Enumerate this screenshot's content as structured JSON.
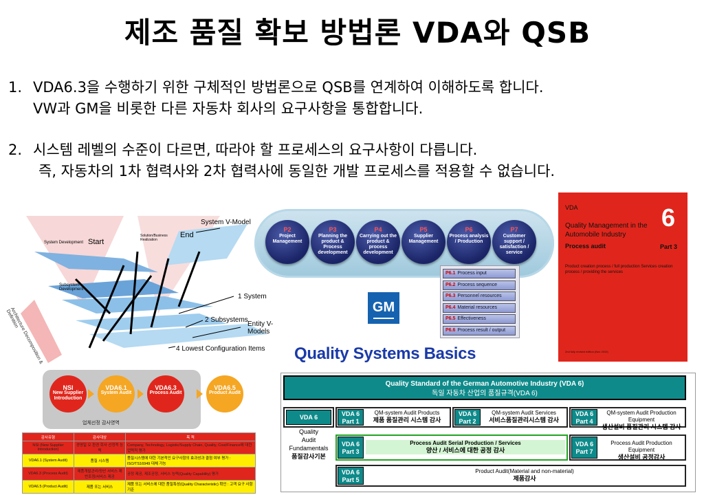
{
  "title": "제조 품질 확보 방법론 VDA와 QSB",
  "bullets": [
    {
      "num": "1.",
      "line1": "VDA6.3을 수행하기 위한 구체적인 방법론으로 QSB를 연계하여 이해하도록 합니다.",
      "line2": "VW과 GM을 비롯한 다른 자동차 회사의 요구사항을 통합합니다."
    },
    {
      "num": "2.",
      "line1": "시스템 레벨의 수준이 다르면, 따라야 할 프로세스의 요구사항이 다릅니다.",
      "line2": "즉, 자동차의 1차 협력사와 2차 협력사에 동일한 개발 프로세스를 적용할 수 없습니다."
    }
  ],
  "vmodel": {
    "system_vmodel": "System V-Model",
    "start": "Start",
    "end": "End",
    "system_dev": "System Development",
    "subsystem_dev": "Subsystem Development",
    "solution": "Solution/Business Realization",
    "one_system": "1 System",
    "two_subsystems": "2 Subsystems",
    "entity_vmodels": "Entity V-Models",
    "lowest": "4 Lowest Configuration Items",
    "decomp": "Architecture Decomposition & Definition"
  },
  "process": {
    "steps": [
      {
        "code": "P2",
        "label": "Project Management"
      },
      {
        "code": "P3",
        "label": "Planning the product & Process development"
      },
      {
        "code": "P4",
        "label": "Carrying out the product & process development"
      },
      {
        "code": "P5",
        "label": "Supplier Management"
      },
      {
        "code": "P6",
        "label": "Process analysis / Production"
      },
      {
        "code": "P7",
        "label": "Customer support / satisfaction / service"
      }
    ],
    "p6_items": [
      {
        "code": "P6.1",
        "label": "Process input"
      },
      {
        "code": "P6.2",
        "label": "Process sequence"
      },
      {
        "code": "P6.3",
        "label": "Personnel resources"
      },
      {
        "code": "P6.4",
        "label": "Material resources"
      },
      {
        "code": "P6.5",
        "label": "Effectiveness"
      },
      {
        "code": "P6.6",
        "label": "Process result / output"
      }
    ]
  },
  "gm_logo": "GM",
  "qsb_title": "Quality Systems Basics",
  "book": {
    "vda": "VDA",
    "number": "6",
    "qm": "Quality Management in the Automobile Industry",
    "process_audit": "Process audit",
    "part": "Part 3",
    "subtitle": "Product creation process / full production Services creation process / providing the services",
    "edition": "2nd fully revised edition (Nov 2010)"
  },
  "flow": {
    "steps": [
      {
        "title": "NSI",
        "label": "New Supplier Introduction",
        "color": "#e0261c"
      },
      {
        "title": "VDA6.1",
        "label": "System Audit",
        "color": "#f5a623"
      },
      {
        "title": "VDA6.3",
        "label": "Process Audit",
        "color": "#e0261c"
      },
      {
        "title": "VDA6.5",
        "label": "Product Audit",
        "color": "#f5a623"
      }
    ],
    "caption": "업체선정 감사영역"
  },
  "audit_table": {
    "headers": [
      "감사유형",
      "감사대상",
      "목 적"
    ],
    "rows": [
      {
        "type": "NSI (New Supplier Introduction)",
        "target": "경영일 오 환경 회사 선정적 능력",
        "purpose": "Company, Technology, Logistic/Supply Chain, Quality, Cost/Finance에 대한 업력적 평가",
        "style": "r"
      },
      {
        "type": "VDA6.1 (System Audit)",
        "target": "품질 시스템",
        "purpose": "품질시스템에 대한 기본적인 요구사항의 효과성과 결점 여부 평가 : ISO/TS16949 대체 가능",
        "style": "y"
      },
      {
        "type": "VDA6.3 (Process Audit)",
        "target": "제품개발관리/양산 서비스 제반조정/서비스 제공",
        "purpose": "공정 제공, 제조공정, 서비스 능력(Quality Capability) 평가",
        "style": "r"
      },
      {
        "type": "VDA6.5 (Product Audit)",
        "target": "제품 또는 서비스",
        "purpose": "제품 또는 서비스에 대한 품질특성(Quality Characteristic) 확인 : 고객 요구 사항 기준",
        "style": "y"
      }
    ]
  },
  "vda6": {
    "header1": "Quality Standard of the German Automotive Industry (VDA 6)",
    "header2": "독일 자동차 산업의 품질규격(VDA 6)",
    "vda6_label": "VDA 6",
    "qa": [
      "Quality",
      "Audit",
      "Fundamentals",
      "품질감사기본"
    ],
    "parts": [
      {
        "vda": "VDA 6",
        "part": "Part 1",
        "en": "QM-system Audit Products",
        "ko": "제품 품질관리 시스템 감사"
      },
      {
        "vda": "VDA 6",
        "part": "Part 2",
        "en": "QM-system Audit Services",
        "ko": "서비스품질관리시스템 감사"
      },
      {
        "vda": "VDA 6",
        "part": "Part 4",
        "en": "QM-system Audit Production Equipment",
        "ko": "생산설비 품질관리 시스템 감사"
      },
      {
        "vda": "VDA 6",
        "part": "Part 3",
        "en": "Process Audit Serial Production / Services",
        "ko": "양산 / 서비스에 대한 공정 감사"
      },
      {
        "vda": "VDA 6",
        "part": "Part 7",
        "en": "Process Audit Production Equipment",
        "ko": "생산설비 공정감사"
      },
      {
        "vda": "VDA 6",
        "part": "Part 5",
        "en": "Product Audit(Material and non-material)",
        "ko": "제품감사"
      }
    ]
  }
}
